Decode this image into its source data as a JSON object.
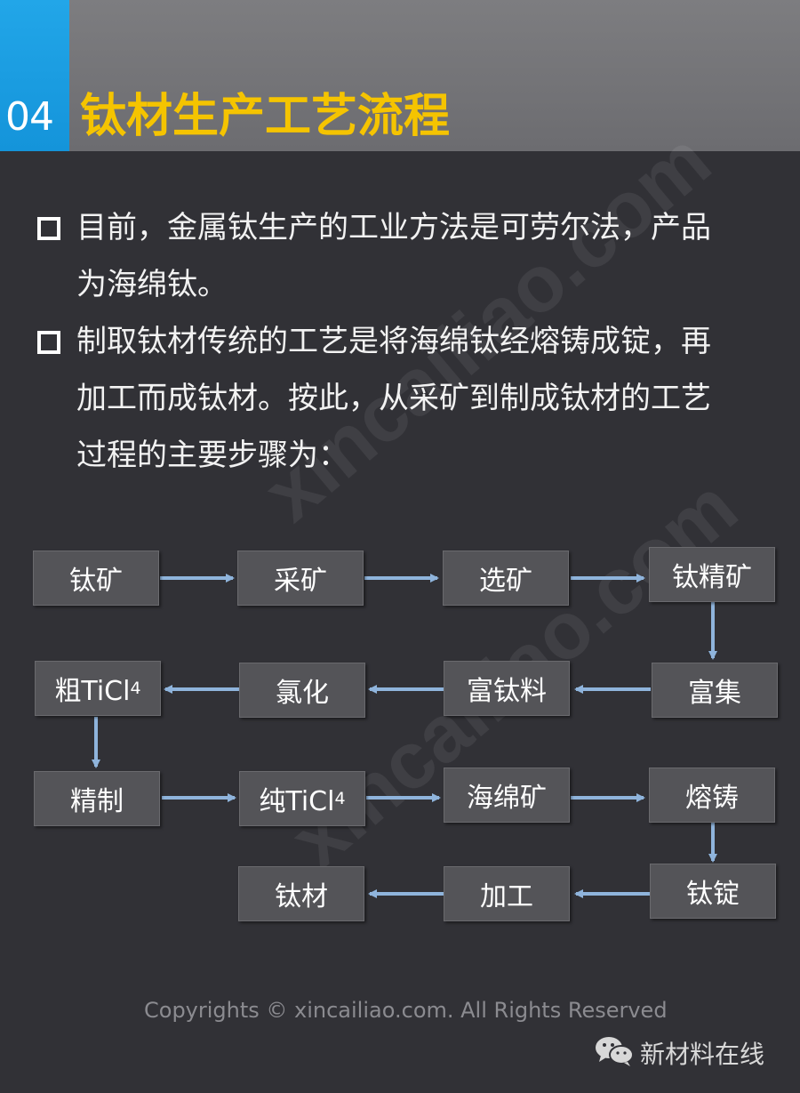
{
  "header": {
    "number": "04",
    "title": "钛材生产工艺流程",
    "accent_color": "#1a9ee0",
    "title_color": "#f5c400"
  },
  "bullets": [
    {
      "text": "目前，金属钛生产的工业方法是可劳尔法，产品为海绵钛。"
    },
    {
      "text": "制取钛材传统的工艺是将海绵钛经熔铸成锭，再加工而成钛材。按此，从采矿到制成钛材的工艺过程的主要步骤为："
    }
  ],
  "flowchart": {
    "nodes": {
      "taikuang": "钛矿",
      "caikuang": "采矿",
      "xuankuang": "选矿",
      "taijingkuang": "钛精矿",
      "fuji": "富集",
      "futailiao": "富钛料",
      "lvhua": "氯化",
      "cu_prefix": "粗TiCl",
      "cu_sub": "4",
      "jingzhi": "精制",
      "chun_prefix": "纯TiCl",
      "chun_sub": "4",
      "haimiankuang": "海绵矿",
      "rongzhu": "熔铸",
      "taiding": "钛锭",
      "jiagong": "加工",
      "taicai": "钛材"
    },
    "arrow_color": "#8fb4dc"
  },
  "watermark": {
    "text": "xincailiao.com",
    "small_text": "新材料在线"
  },
  "footer": {
    "copyright": "Copyrights © xincailiao.com. All Rights Reserved",
    "brand": "新材料在线",
    "icon": "wechat-icon"
  }
}
